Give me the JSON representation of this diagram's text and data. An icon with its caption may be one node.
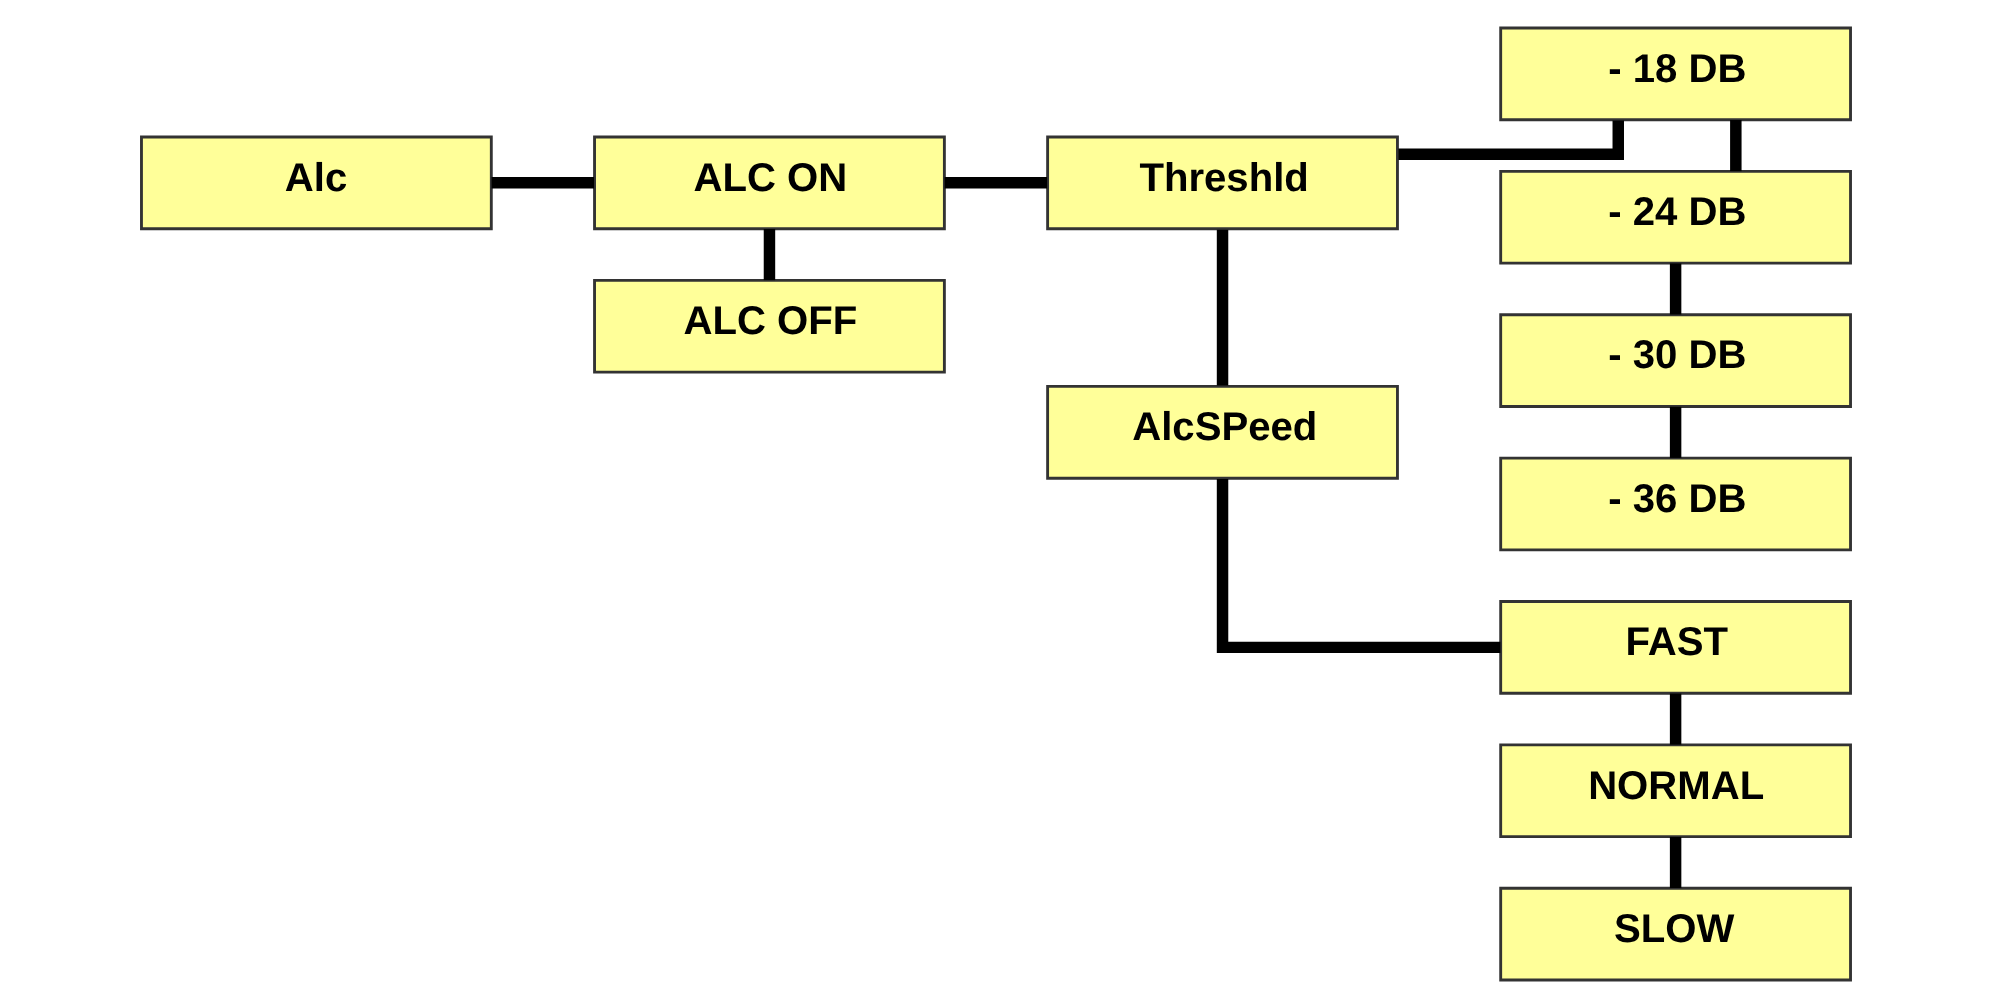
{
  "diagram": {
    "nodes": [
      {
        "text": [
          "Alc"
        ]
      },
      {
        "text": [
          "ALC ON"
        ]
      },
      {
        "text": [
          "Threshld"
        ]
      },
      {
        "text": [
          "- 18 DB"
        ]
      },
      {
        "text": [
          "- 24 DB"
        ]
      },
      {
        "text": [
          "- 30 DB"
        ]
      },
      {
        "text": [
          "- 36 DB"
        ]
      },
      {
        "text": [
          "AlcSPeed"
        ]
      },
      {
        "text": [
          "FAST"
        ]
      },
      {
        "text": [
          "NORMAL"
        ]
      },
      {
        "text": [
          "SLOW"
        ]
      },
      {
        "text": [
          "ALC OFF"
        ]
      }
    ],
    "edges": [
      {
        "from": 0,
        "to": 1,
        "arrow": "none"
      },
      {
        "from": 1,
        "to": 2,
        "arrow": "none"
      },
      {
        "from": 2,
        "to": 3,
        "arrow": "none"
      },
      {
        "from": 3,
        "to": 4,
        "arrow": "none"
      },
      {
        "from": 4,
        "to": 5,
        "arrow": "none"
      },
      {
        "from": 5,
        "to": 6,
        "arrow": "none"
      },
      {
        "from": 2,
        "to": 7,
        "arrow": "none"
      },
      {
        "from": 7,
        "to": 8,
        "arrow": "none"
      },
      {
        "from": 8,
        "to": 9,
        "arrow": "none"
      },
      {
        "from": 9,
        "to": 10,
        "arrow": "none"
      },
      {
        "from": 1,
        "to": 11,
        "arrow": "none"
      }
    ]
  }
}
